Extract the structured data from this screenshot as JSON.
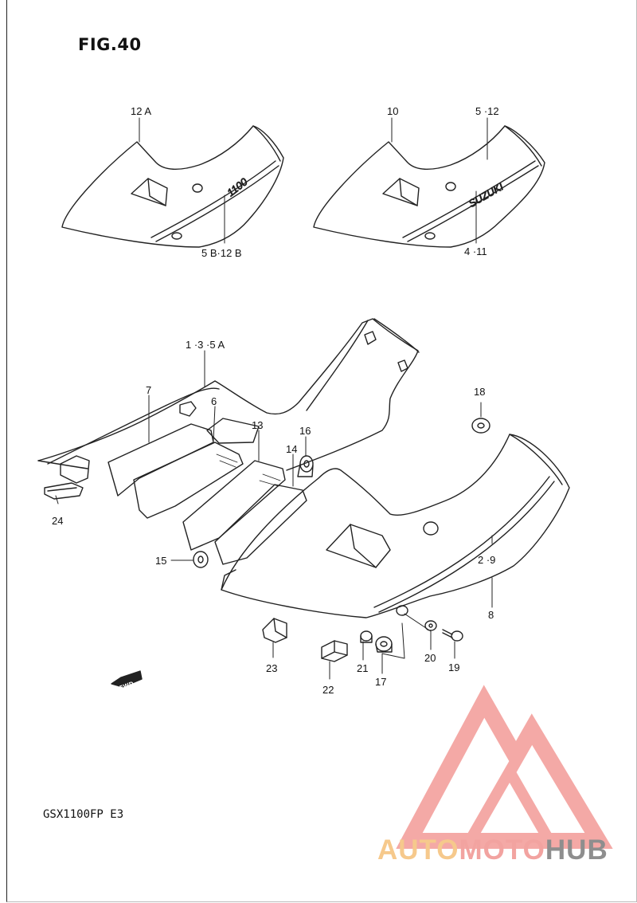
{
  "figure": {
    "title": "FIG.40",
    "model": "GSX1100FP  E3"
  },
  "callouts": {
    "c12a": "12 A",
    "c5b12b": "5 B·12 B",
    "c10": "10",
    "c512": "5 ·12",
    "c411": "4 ·11",
    "c135a": "1 ·3 ·5 A",
    "c7": "7",
    "c6": "6",
    "c13": "13",
    "c16": "16",
    "c14": "14",
    "c18": "18",
    "c24": "24",
    "c15": "15",
    "c29": "2 ·9",
    "c8": "8",
    "c23": "23",
    "c22": "22",
    "c21": "21",
    "c17": "17",
    "c20": "20",
    "c19": "19"
  },
  "decals": {
    "left": "1100",
    "right": "SUZUKI"
  },
  "fwd": "FWD",
  "watermark": {
    "part1": "AUTO",
    "part2": "MOTO",
    "part3": "HUB",
    "colors": [
      "#f6c98c",
      "#f2a3a0",
      "#8e8e8e"
    ]
  }
}
